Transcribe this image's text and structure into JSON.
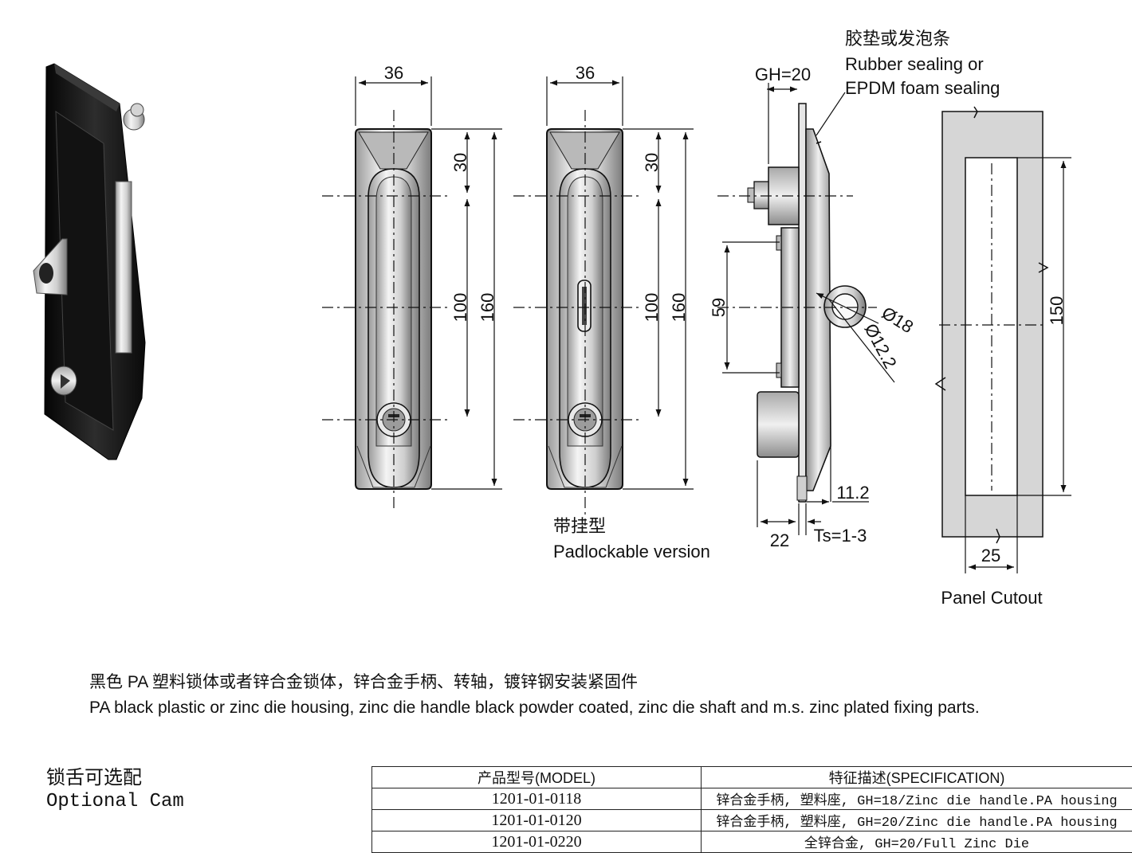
{
  "dimensions": {
    "width_front": "36",
    "width_padlock": "36",
    "top_to_pivot_front": "30",
    "pivot_to_key_front": "100",
    "overall_length_front": "160",
    "top_to_pivot_padlock": "30",
    "pivot_to_key_padlock": "100",
    "overall_length_padlock": "160",
    "grip_height": "GH=20",
    "side_height": "59",
    "padlock_hole_outer": "Ø18",
    "padlock_hole_inner": "Ø12.2",
    "cam_offset": "11.2",
    "body_depth": "22",
    "panel_thickness": "Ts=1-3",
    "cutout_height": "150",
    "cutout_width": "25"
  },
  "labels": {
    "gasket_cn": "胶垫或发泡条",
    "gasket_en_1": "Rubber sealing or",
    "gasket_en_2": "EPDM foam sealing",
    "padlock_cn": "带挂型",
    "padlock_en": "Padlockable version",
    "panel_cutout": "Panel Cutout"
  },
  "description": {
    "cn": "黑色 PA 塑料锁体或者锌合金锁体，锌合金手柄、转轴，镀锌钢安装紧固件",
    "en": "PA black plastic or zinc die housing, zinc die handle black powder coated, zinc die shaft and m.s. zinc plated fixing parts."
  },
  "optional_cam": {
    "cn": "锁舌可选配",
    "en": "Optional Cam"
  },
  "table": {
    "headers": [
      "产品型号(MODEL)",
      "特征描述(SPECIFICATION)"
    ],
    "rows": [
      {
        "model": "1201-01-0118",
        "spec": "锌合金手柄, 塑料座, GH=18/Zinc die handle.PA housing"
      },
      {
        "model": "1201-01-0120",
        "spec": "锌合金手柄, 塑料座, GH=20/Zinc die handle.PA housing"
      },
      {
        "model": "1201-01-0220",
        "spec": "全锌合金, GH=20/Full Zinc Die"
      }
    ]
  },
  "colors": {
    "line": "#111111",
    "body_black": "#1c1c1c",
    "metal_light": "#e2e2e2",
    "metal_dark": "#8a8a8a",
    "cutout_gray": "#d6d6d6"
  }
}
